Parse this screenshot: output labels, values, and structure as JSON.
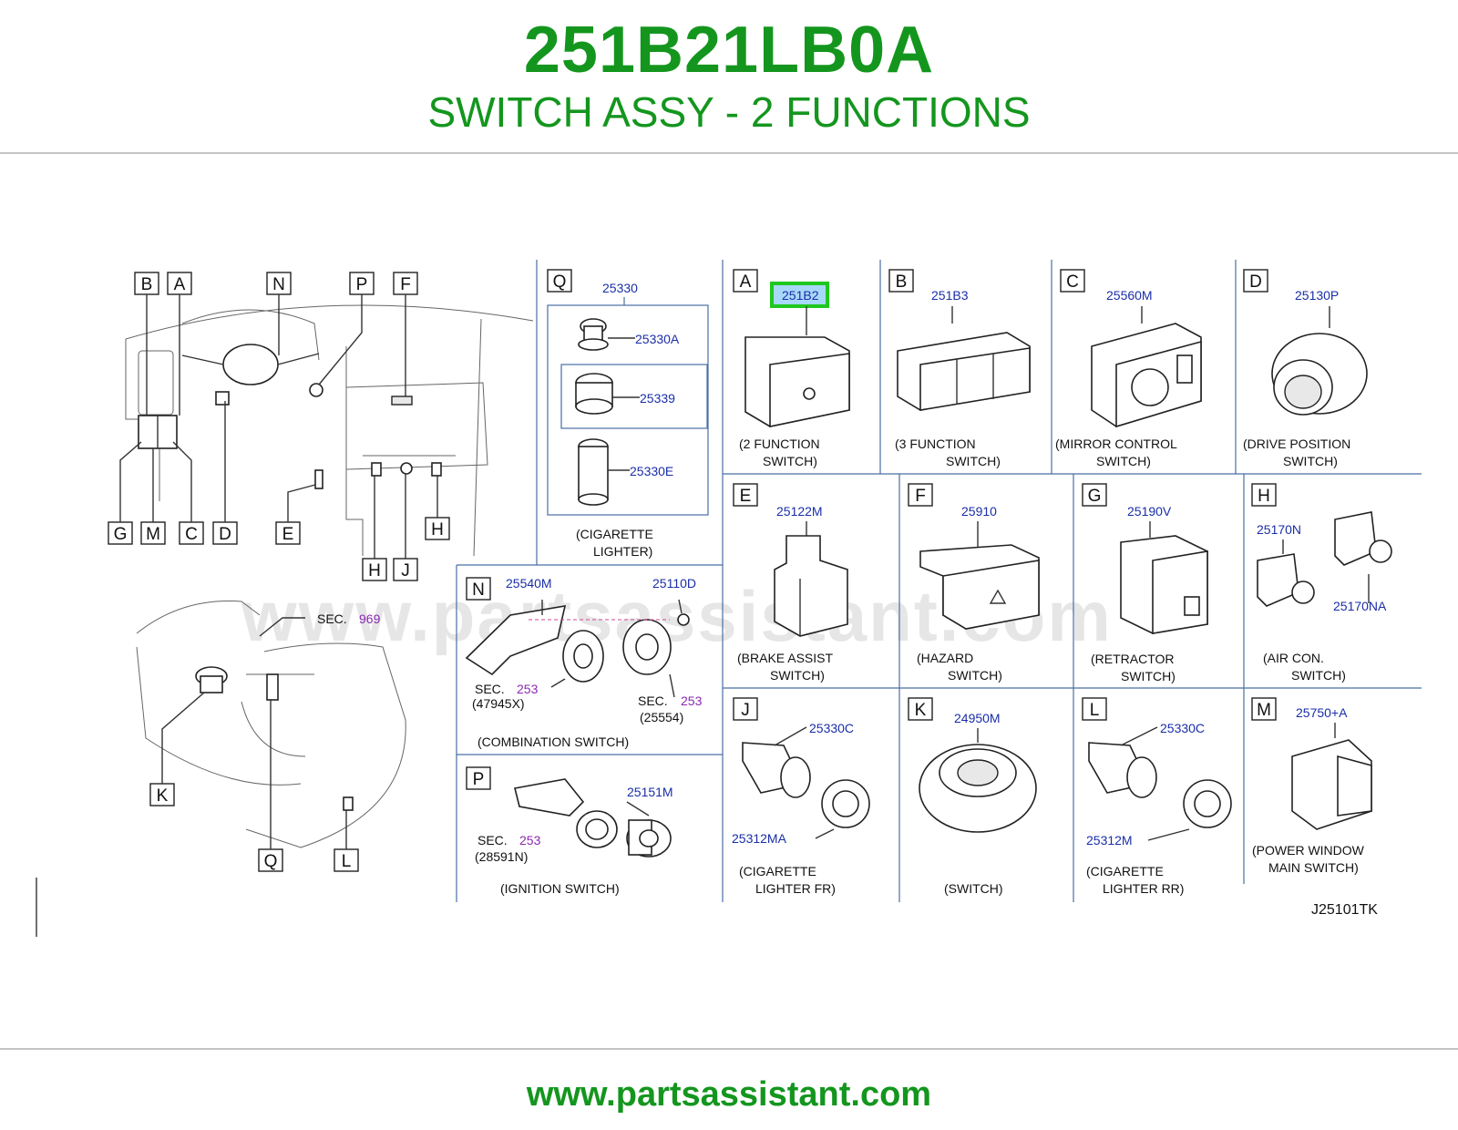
{
  "header": {
    "part_number": "251B21LB0A",
    "part_name": "SWITCH ASSY - 2 FUNCTIONS"
  },
  "footer": {
    "url": "www.partsassistant.com"
  },
  "watermark": "www.partsassistant.com",
  "diagram_code": "J25101TK",
  "colors": {
    "brand_green": "#14961e",
    "part_number_blue": "#1a2ea8",
    "section_purple": "#8a2ab0",
    "highlight_border": "#1ec81e"
  },
  "overview": {
    "top_labels": [
      "B",
      "A",
      "N",
      "P",
      "F"
    ],
    "bottom_labels": [
      "G",
      "M",
      "C",
      "D",
      "E",
      "H",
      "J",
      "H"
    ],
    "console_labels": [
      "K",
      "Q",
      "L"
    ],
    "sec": "SEC.",
    "sec_num": "969"
  },
  "panels": {
    "Q": {
      "letter": "Q",
      "parts": [
        "25330",
        "25330A",
        "25339",
        "25330E"
      ],
      "caption1": "(CIGARETTE",
      "caption2": "LIGHTER)"
    },
    "N": {
      "letter": "N",
      "parts": [
        "25540M",
        "25110D"
      ],
      "sec1": "SEC.",
      "sec1_num": "253",
      "sec1_sub": "(47945X)",
      "sec2": "SEC.",
      "sec2_num": "253",
      "sec2_sub": "(25554)",
      "caption1": "(COMBINATION   SWITCH)"
    },
    "P": {
      "letter": "P",
      "parts": [
        "25151M"
      ],
      "sec": "SEC.",
      "sec_num": "253",
      "sec_sub": "(28591N)",
      "caption1": "(IGNITION   SWITCH)"
    },
    "A": {
      "letter": "A",
      "part": "251B2",
      "caption1": "(2   FUNCTION",
      "caption2": "SWITCH)"
    },
    "B": {
      "letter": "B",
      "part": "251B3",
      "caption1": "(3   FUNCTION",
      "caption2": "SWITCH)"
    },
    "C": {
      "letter": "C",
      "part": "25560M",
      "caption1": "(MIRROR   CONTROL",
      "caption2": "SWITCH)"
    },
    "D": {
      "letter": "D",
      "part": "25130P",
      "caption1": "(DRIVE   POSITION",
      "caption2": "SWITCH)"
    },
    "E": {
      "letter": "E",
      "part": "25122M",
      "caption1": "(BRAKE   ASSIST",
      "caption2": "SWITCH)"
    },
    "F": {
      "letter": "F",
      "part": "25910",
      "caption1": "(HAZARD",
      "caption2": "SWITCH)"
    },
    "G": {
      "letter": "G",
      "part": "25190V",
      "caption1": "(RETRACTOR",
      "caption2": "SWITCH)"
    },
    "H": {
      "letter": "H",
      "part": "25170N",
      "part2": "25170NA",
      "caption1": "(AIR   CON.",
      "caption2": "SWITCH)"
    },
    "J": {
      "letter": "J",
      "part": "25330C",
      "part2": "25312MA",
      "caption1": "(CIGARETTE",
      "caption2": "LIGHTER   FR)"
    },
    "K": {
      "letter": "K",
      "part": "24950M",
      "caption1": "(SWITCH)"
    },
    "L": {
      "letter": "L",
      "part": "25330C",
      "part2": "25312M",
      "caption1": "(CIGARETTE",
      "caption2": "LIGHTER   RR)"
    },
    "M": {
      "letter": "M",
      "part": "25750+A",
      "caption1": "(POWER   WINDOW",
      "caption2": "MAIN   SWITCH)"
    }
  }
}
